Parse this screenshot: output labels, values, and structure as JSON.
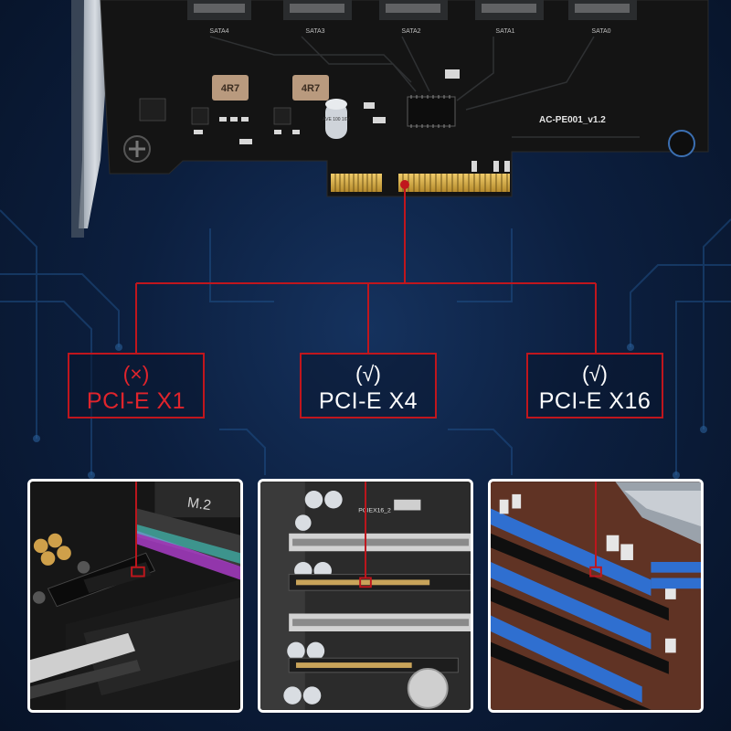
{
  "card": {
    "model": "AC-PE001_v1.2",
    "sata_ports": [
      "SATA4",
      "SATA3",
      "SATA2",
      "SATA1",
      "SATA0"
    ],
    "inductor_labels": [
      "4R7",
      "4R7"
    ],
    "capacitor_label": "AVE 100 16V"
  },
  "slots": [
    {
      "status": "(×)",
      "label": "PCI-E X1",
      "supported": false
    },
    {
      "status": "(√)",
      "label": "PCI-E X4",
      "supported": true
    },
    {
      "status": "(√)",
      "label": "PCI-E X16",
      "supported": true
    }
  ],
  "photos": {
    "x1_board_label": "M.2",
    "x4_board_label": "PCIEX16_2"
  },
  "colors": {
    "accent_red": "#c0161d",
    "background_navy": "#0c1f3f",
    "pcb_black": "#141414",
    "gold_finger": "#d9b24a",
    "slot_blue": "#2f6fd0"
  }
}
